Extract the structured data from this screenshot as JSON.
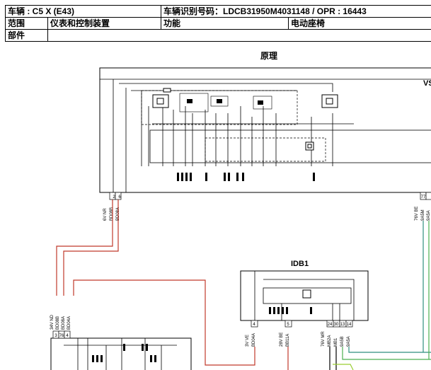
{
  "header": {
    "vehicle_label": "车辆 : C5 X (E43)",
    "vin_label": "车辆识别号码：LDCB31950M4031148 / OPR : 16443",
    "scope_label": "范围",
    "scope_value": "仪表和控制装置",
    "function_label": "功能",
    "function_value": "电动座椅",
    "component_label": "部件",
    "component_value": ""
  },
  "section_title": "原理",
  "diagram": {
    "top_module_label": "VS",
    "idb_label": "IDB1",
    "connectors": {
      "left_top": {
        "wire": "6V NR",
        "code1": "BD08B",
        "code2": "BD08A",
        "pin1": "2",
        "pin2": "6"
      },
      "right_top": {
        "wire": "76V BE",
        "code1": "9A5M",
        "code2": "9A5A",
        "pin1": "77",
        "pin2": "1"
      },
      "idb_1": {
        "wire": "3V VE",
        "code": "BD04A",
        "pin": "4"
      },
      "idb_2": {
        "wire": "28V BE",
        "code": "BB11A",
        "pin": "5"
      },
      "idb_3": {
        "wire": "76V MR",
        "codes": [
          "MB2A",
          "MB1",
          "9A5B",
          "9A5A"
        ],
        "pins": [
          "24",
          "30",
          "13",
          "14"
        ]
      },
      "left_bottom": {
        "wire": "34V ND",
        "codes": [
          "BD08B",
          "BD08A",
          "BD04A"
        ],
        "pins": [
          "3",
          "76",
          "4"
        ]
      }
    }
  },
  "colors": {
    "red_wire": "#c0392b",
    "green_wire": "#4caf50",
    "teal_wire": "#2f8f7f",
    "lime_wire": "#9acd32"
  }
}
